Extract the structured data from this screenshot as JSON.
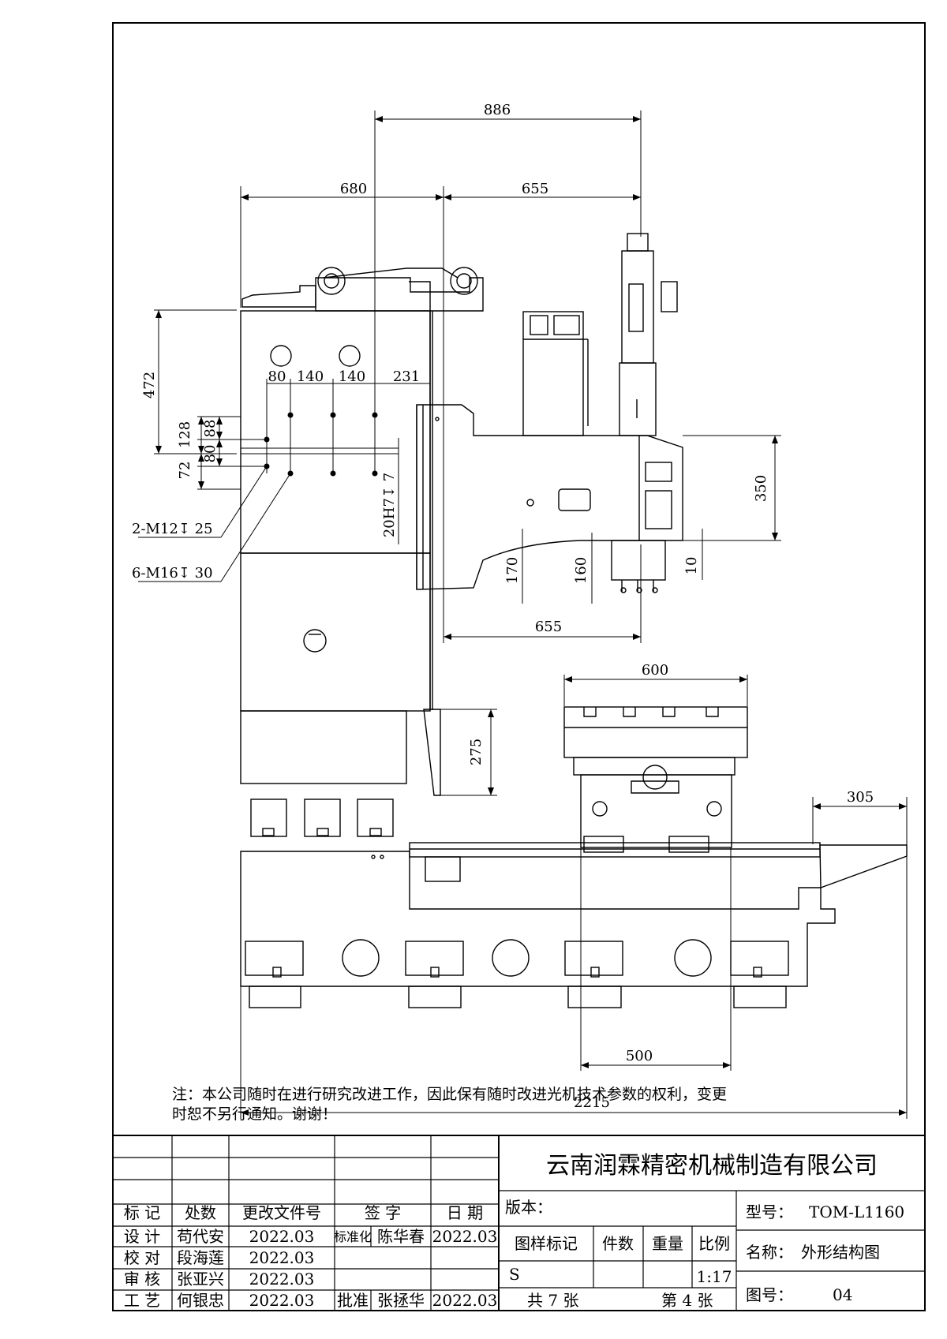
{
  "dimensions": {
    "d886": "886",
    "d680": "680",
    "d655_top": "655",
    "d472": "472",
    "d80_top": "80",
    "d140_a": "140",
    "d140_b": "140",
    "d231": "231",
    "d128": "128",
    "d80_left": "80",
    "d88": "88",
    "d72": "72",
    "hole_2_m12": "2-M12↧ 25",
    "hole_6_m16": "6-M16↧ 30",
    "bore_20h7": "20H7↧ 7",
    "d170": "170",
    "d160": "160",
    "d10": "10",
    "d350": "350",
    "d655_mid": "655",
    "d600": "600",
    "d275": "275",
    "d305": "305",
    "d500": "500",
    "d2215": "2215"
  },
  "note": {
    "line1": "注：本公司随时在进行研究改进工作，因此保有随时改进光机技术参数的权利，变更",
    "line2": "时恕不另行通知。谢谢！"
  },
  "title_block": {
    "company": "云南润霖精密机械制造有限公司",
    "version_label": "版本：",
    "model_label": "型号：",
    "model_value": "TOM-L1160",
    "name_label": "名称：",
    "name_value": "外形结构图",
    "drawing_no_label": "图号：",
    "drawing_no_value": "04",
    "sample_mark_label": "图样标记",
    "quantity_label": "件数",
    "weight_label": "重量",
    "scale_label": "比例",
    "sample_mark_value": "S",
    "scale_value": "1:17",
    "total_sheets": "共 7  张",
    "sheet_no": "第 4  张",
    "headers": {
      "mark": "标 记",
      "count": "处数",
      "change_doc": "更改文件号",
      "signature": "签 字",
      "date": "日 期"
    },
    "rows": [
      {
        "role": "设 计",
        "name": "苟代安",
        "date": "2022.03"
      },
      {
        "role": "校 对",
        "name": "段海莲",
        "date": "2022.03"
      },
      {
        "role": "审 核",
        "name": "张亚兴",
        "date": "2022.03"
      },
      {
        "role": "工 艺",
        "name": "何银忠",
        "date": "2022.03"
      }
    ],
    "standardization_label": "标准化",
    "standardization_name": "陈华春",
    "standardization_date": "2022.03",
    "approval_label": "批准",
    "approval_name": "张拯华",
    "approval_date": "2022.03"
  }
}
